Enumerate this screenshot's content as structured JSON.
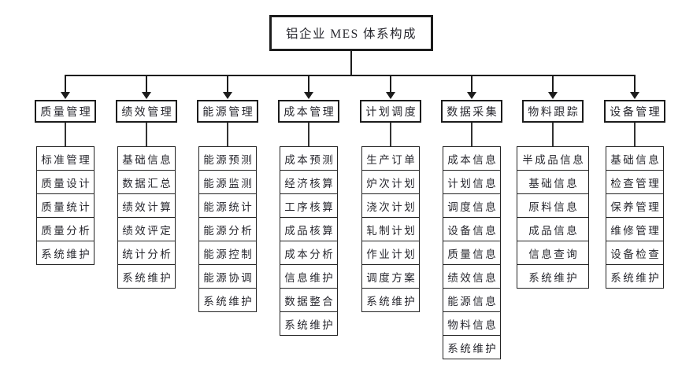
{
  "root": {
    "label": "铝企业 MES 体系构成"
  },
  "branches": [
    {
      "label": "质量管理",
      "children": [
        "标准管理",
        "质量设计",
        "质量统计",
        "质量分析",
        "系统维护"
      ]
    },
    {
      "label": "绩效管理",
      "children": [
        "基础信息",
        "数据汇总",
        "绩效计算",
        "绩效评定",
        "统计分析",
        "系统维护"
      ]
    },
    {
      "label": "能源管理",
      "children": [
        "能源预测",
        "能源监测",
        "能源统计",
        "能源分析",
        "能源控制",
        "能源协调",
        "系统维护"
      ]
    },
    {
      "label": "成本管理",
      "children": [
        "成本预测",
        "经济核算",
        "工序核算",
        "成品核算",
        "成本分析",
        "信息维护",
        "数据整合",
        "系统维护"
      ]
    },
    {
      "label": "计划调度",
      "children": [
        "生产订单",
        "炉次计划",
        "浇次计划",
        "轧制计划",
        "作业计划",
        "调度方案",
        "系统维护"
      ]
    },
    {
      "label": "数据采集",
      "children": [
        "成本信息",
        "计划信息",
        "调度信息",
        "设备信息",
        "质量信息",
        "绩效信息",
        "能源信息",
        "物料信息",
        "系统维护"
      ]
    },
    {
      "label": "物料跟踪",
      "children": [
        "半成品信息",
        "基础信息",
        "原料信息",
        "成品信息",
        "信息查询",
        "系统维护"
      ]
    },
    {
      "label": "设备管理",
      "children": [
        "基础信息",
        "检查管理",
        "保养管理",
        "维修管理",
        "设备检查",
        "系统维护"
      ]
    }
  ],
  "colors": {
    "line": "#1c1c1c",
    "text": "#27272e",
    "background": "#ffffff"
  }
}
